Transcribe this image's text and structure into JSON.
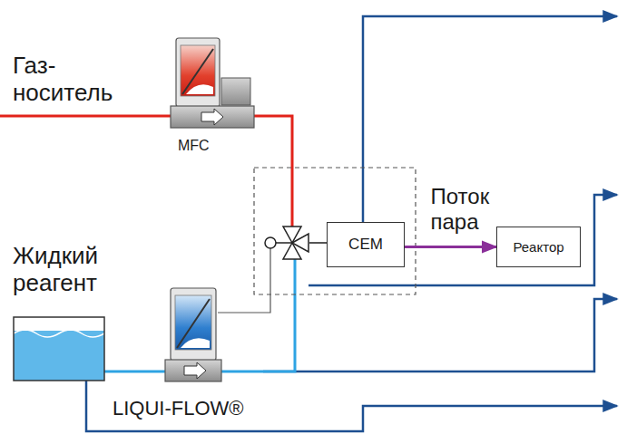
{
  "diagram": {
    "nodes": [
      {
        "text": [
          "CEM"
        ]
      },
      {
        "text": [
          "Реактор"
        ]
      }
    ],
    "edges": [
      {
        "from": 0,
        "to": 1,
        "arrow": "to",
        "label": "Поток пара"
      }
    ],
    "labels": [
      "Газ- носитель",
      "MFC",
      "Жидкий реагент",
      "LIQUI-FLOW®"
    ]
  }
}
